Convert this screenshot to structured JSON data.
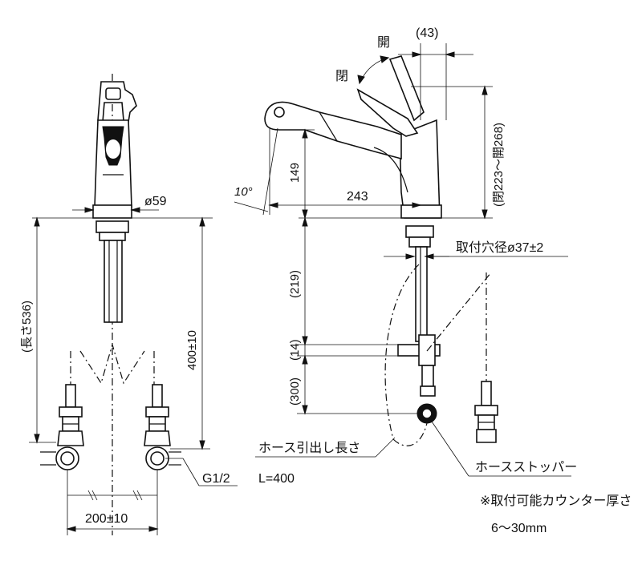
{
  "dimensions": {
    "dia59": "ø59",
    "length536": "(長さ536)",
    "d400": "400±10",
    "g12": "G1/2",
    "d200": "200±10",
    "d43": "(43)",
    "open_label": "開",
    "close_label": "閉",
    "d10deg": "10°",
    "d149": "149",
    "d243": "243",
    "d_open": "(閉223〜開268)",
    "hole": "取付穴径ø37±2",
    "d219": "(219)",
    "d14": "(14)",
    "d300": "(300)"
  },
  "notes": {
    "hose_length_label": "ホース引出し長さ",
    "hose_length_value": "L=400",
    "hose_stopper": "ホースストッパー",
    "counter_note": "※取付可能カウンター厚さ",
    "counter_range": "6〜30mm"
  }
}
